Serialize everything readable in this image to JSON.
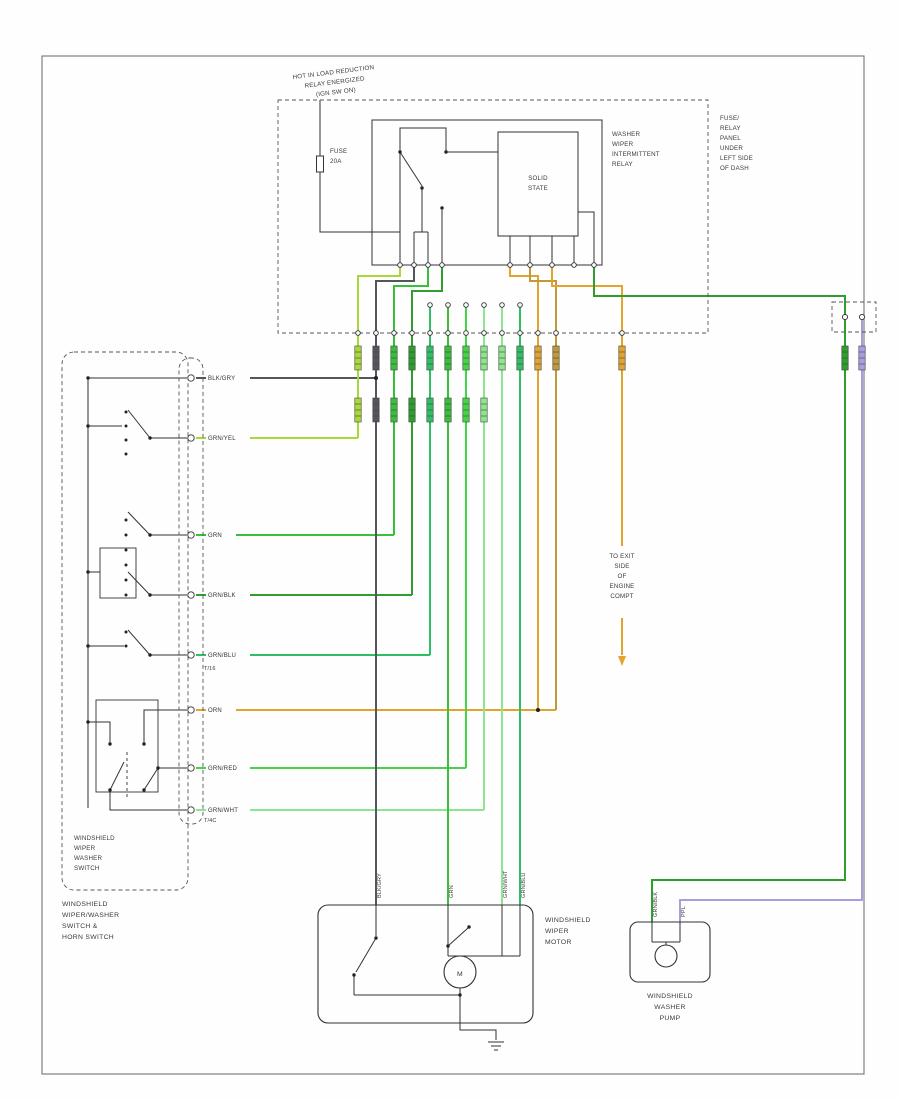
{
  "colors": {
    "blk": "#222222",
    "blk_gry": "#55555d",
    "grn_yel": "#a9d938",
    "grn": "#38c138",
    "grn_blk": "#2f9e2f",
    "grn_blu": "#2fbf63",
    "grn_red": "#44d544",
    "grn_wht": "#8de58d",
    "orn": "#e3a42f",
    "olive": "#c09a3a",
    "ppl": "#a79ede"
  },
  "labels": {
    "header": [
      "HOT IN LOAD REDUCTION",
      "RELAY ENERGIZED",
      "(IGN SW ON)"
    ],
    "fuse": {
      "name": "FUSE",
      "rating": "20A"
    },
    "relay": [
      "WASHER",
      "WIPER",
      "INTERMITTENT",
      "RELAY"
    ],
    "panel": [
      "FUSE/",
      "RELAY",
      "PANEL",
      "UNDER",
      "LEFT SIDE",
      "OF DASH"
    ],
    "solid_state": [
      "SOLID",
      "STATE"
    ],
    "exit_note": [
      "TO EXIT",
      "SIDE",
      "OF",
      "ENGINE",
      "COMPT"
    ],
    "switch_inner": [
      "WINDSHIELD",
      "WIPER",
      "WASHER",
      "SWITCH"
    ],
    "switch_outer": [
      "WINDSHIELD",
      "WIPER/WASHER",
      "SWITCH &",
      "HORN SWITCH"
    ],
    "motor": [
      "WINDSHIELD",
      "WIPER",
      "MOTOR"
    ],
    "pump": [
      "WINDSHIELD",
      "WASHER",
      "PUMP"
    ],
    "motor_symbol": "M"
  },
  "wire_labels": {
    "switch_rows": [
      "BLK/GRY",
      "GRN/YEL",
      "GRN",
      "GRN/BLK",
      "GRN/BLU",
      "ORN",
      "GRN/RED",
      "GRN/WHT"
    ],
    "motor_drops": [
      "BLK/GRY",
      "GRN",
      "GRN/WHT",
      "GRN/BLU"
    ],
    "pump_drops": [
      "GRN/BLK",
      "PPL"
    ],
    "connector_pins": [
      "T/16",
      "T/4C"
    ]
  }
}
